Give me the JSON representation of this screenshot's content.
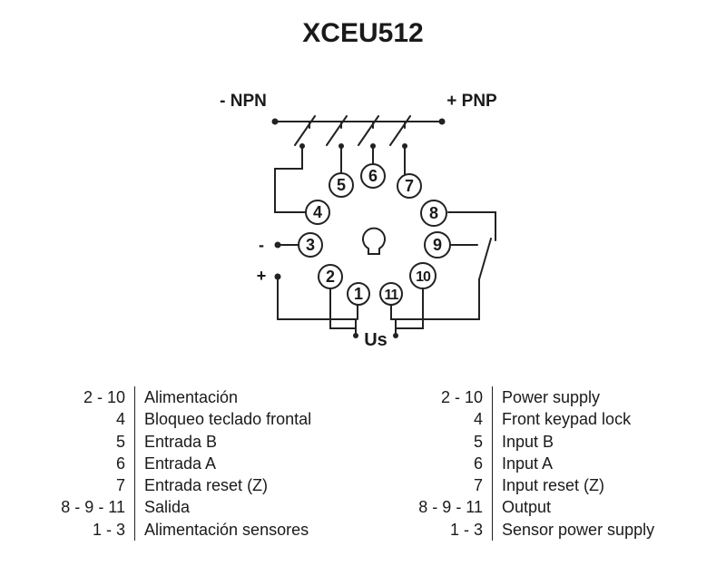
{
  "title": "XCEU512",
  "polarity": {
    "npn": "- NPN",
    "pnp": "+ PNP",
    "minus": "-",
    "plus": "+"
  },
  "supply_label": "Us",
  "pins": [
    "1",
    "2",
    "3",
    "4",
    "5",
    "6",
    "7",
    "8",
    "9",
    "10",
    "11"
  ],
  "legend_es": [
    {
      "pins": "2 - 10",
      "desc": "Alimentación"
    },
    {
      "pins": "4",
      "desc": "Bloqueo teclado frontal"
    },
    {
      "pins": "5",
      "desc": "Entrada B"
    },
    {
      "pins": "6",
      "desc": "Entrada A"
    },
    {
      "pins": "7",
      "desc": "Entrada reset (Z)"
    },
    {
      "pins": "8 - 9 - 11",
      "desc": "Salida"
    },
    {
      "pins": "1 - 3",
      "desc": "Alimentación sensores"
    }
  ],
  "legend_en": [
    {
      "pins": "2 - 10",
      "desc": "Power supply"
    },
    {
      "pins": "4",
      "desc": "Front keypad lock"
    },
    {
      "pins": "5",
      "desc": "Input B"
    },
    {
      "pins": "6",
      "desc": "Input A"
    },
    {
      "pins": "7",
      "desc": "Input reset (Z)"
    },
    {
      "pins": "8 - 9 - 11",
      "desc": "Output"
    },
    {
      "pins": "1 - 3",
      "desc": "Sensor power supply"
    }
  ],
  "colors": {
    "line": "#222222",
    "text": "#1a1a1a",
    "background": "#ffffff"
  }
}
